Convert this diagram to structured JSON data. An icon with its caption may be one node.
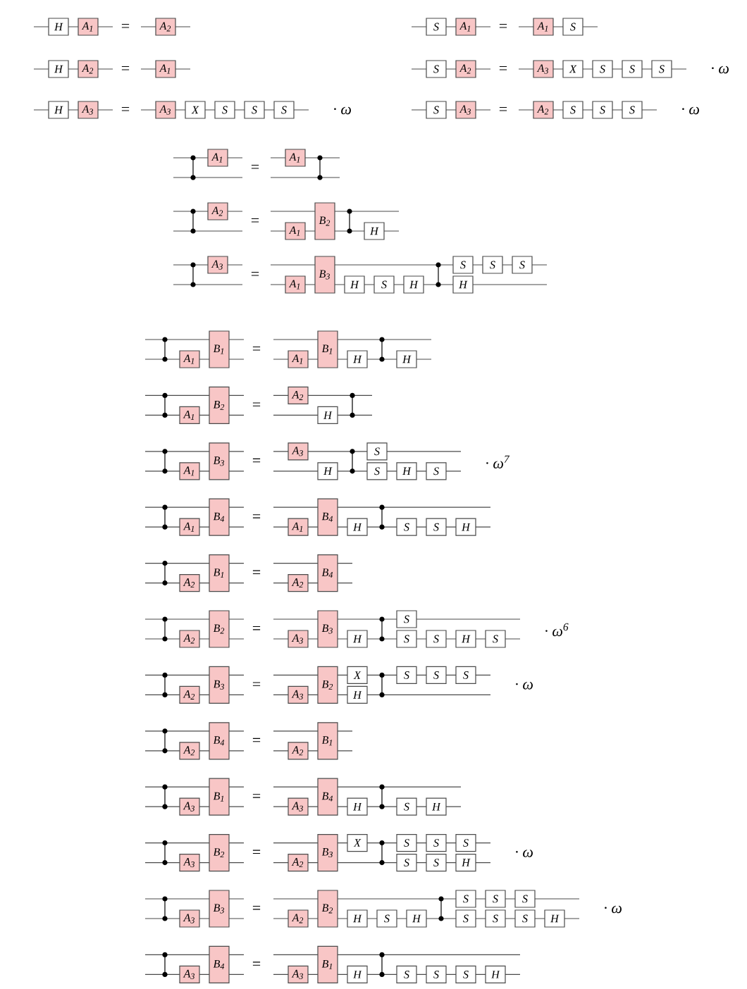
{
  "diagram": {
    "nodes": [
      {
        "text": [
          "H"
        ]
      },
      {
        "text": [
          "A$_{1}$"
        ]
      },
      {
        "text": [
          "A$_{2}$"
        ]
      },
      {
        "text": [
          "S"
        ]
      },
      {
        "text": [
          "A$_{1}$"
        ]
      },
      {
        "text": [
          "A$_{1}$"
        ]
      },
      {
        "text": [
          "S"
        ]
      },
      {
        "text": [
          "H"
        ]
      },
      {
        "text": [
          "A$_{2}$"
        ]
      },
      {
        "text": [
          "A$_{1}$"
        ]
      },
      {
        "text": [
          "S"
        ]
      },
      {
        "text": [
          "A$_{2}$"
        ]
      },
      {
        "text": [
          "A$_{3}$"
        ]
      },
      {
        "text": [
          "X"
        ]
      },
      {
        "text": [
          "S"
        ]
      },
      {
        "text": [
          "S"
        ]
      },
      {
        "text": [
          "S"
        ]
      },
      {
        "text": [
          "H"
        ]
      },
      {
        "text": [
          "A$_{3}$"
        ]
      },
      {
        "text": [
          "A$_{3}$"
        ]
      },
      {
        "text": [
          "X"
        ]
      },
      {
        "text": [
          "S"
        ]
      },
      {
        "text": [
          "S"
        ]
      },
      {
        "text": [
          "S"
        ]
      },
      {
        "text": [
          "S"
        ]
      },
      {
        "text": [
          "A$_{3}$"
        ]
      },
      {
        "text": [
          "A$_{2}$"
        ]
      },
      {
        "text": [
          "S"
        ]
      },
      {
        "text": [
          "S"
        ]
      },
      {
        "text": [
          "S"
        ]
      },
      {
        "text": [
          "A$_{1}$"
        ]
      },
      {
        "text": [
          "A$_{1}$"
        ]
      },
      {
        "text": [
          "A$_{2}$"
        ]
      },
      {
        "text": [
          "A$_{1}$"
        ]
      },
      {
        "text": [
          "B$_{2}$"
        ]
      },
      {
        "text": [
          "H"
        ]
      },
      {
        "text": [
          "A$_{3}$"
        ]
      },
      {
        "text": [
          "A$_{1}$"
        ]
      },
      {
        "text": [
          "B$_{3}$"
        ]
      },
      {
        "text": [
          "H"
        ]
      },
      {
        "text": [
          "S"
        ]
      },
      {
        "text": [
          "H"
        ]
      },
      {
        "text": [
          "S"
        ]
      },
      {
        "text": [
          "H"
        ]
      },
      {
        "text": [
          "S"
        ]
      },
      {
        "text": [
          "S"
        ]
      },
      {
        "text": [
          "A$_{1}$"
        ]
      },
      {
        "text": [
          "B$_{1}$"
        ]
      },
      {
        "text": [
          "A$_{1}$"
        ]
      },
      {
        "text": [
          "B$_{1}$"
        ]
      },
      {
        "text": [
          "H"
        ]
      },
      {
        "text": [
          "H"
        ]
      },
      {
        "text": [
          "A$_{1}$"
        ]
      },
      {
        "text": [
          "B$_{2}$"
        ]
      },
      {
        "text": [
          "A$_{2}$"
        ]
      },
      {
        "text": [
          "H"
        ]
      },
      {
        "text": [
          "A$_{1}$"
        ]
      },
      {
        "text": [
          "B$_{3}$"
        ]
      },
      {
        "text": [
          "A$_{3}$"
        ]
      },
      {
        "text": [
          "H"
        ]
      },
      {
        "text": [
          "S"
        ]
      },
      {
        "text": [
          "S"
        ]
      },
      {
        "text": [
          "H"
        ]
      },
      {
        "text": [
          "S"
        ]
      },
      {
        "text": [
          "A$_{1}$"
        ]
      },
      {
        "text": [
          "B$_{4}$"
        ]
      },
      {
        "text": [
          "A$_{1}$"
        ]
      },
      {
        "text": [
          "B$_{4}$"
        ]
      },
      {
        "text": [
          "H"
        ]
      },
      {
        "text": [
          "S"
        ]
      },
      {
        "text": [
          "S"
        ]
      },
      {
        "text": [
          "H"
        ]
      },
      {
        "text": [
          "A$_{2}$"
        ]
      },
      {
        "text": [
          "B$_{1}$"
        ]
      },
      {
        "text": [
          "A$_{2}$"
        ]
      },
      {
        "text": [
          "B$_{4}$"
        ]
      },
      {
        "text": [
          "A$_{2}$"
        ]
      },
      {
        "text": [
          "B$_{2}$"
        ]
      },
      {
        "text": [
          "A$_{3}$"
        ]
      },
      {
        "text": [
          "B$_{3}$"
        ]
      },
      {
        "text": [
          "H"
        ]
      },
      {
        "text": [
          "S"
        ]
      },
      {
        "text": [
          "S"
        ]
      },
      {
        "text": [
          "S"
        ]
      },
      {
        "text": [
          "H"
        ]
      },
      {
        "text": [
          "S"
        ]
      },
      {
        "text": [
          "A$_{2}$"
        ]
      },
      {
        "text": [
          "B$_{3}$"
        ]
      },
      {
        "text": [
          "A$_{3}$"
        ]
      },
      {
        "text": [
          "B$_{2}$"
        ]
      },
      {
        "text": [
          "X"
        ]
      },
      {
        "text": [
          "H"
        ]
      },
      {
        "text": [
          "S"
        ]
      },
      {
        "text": [
          "S"
        ]
      },
      {
        "text": [
          "S"
        ]
      },
      {
        "text": [
          "A$_{2}$"
        ]
      },
      {
        "text": [
          "B$_{4}$"
        ]
      },
      {
        "text": [
          "A$_{2}$"
        ]
      },
      {
        "text": [
          "B$_{1}$"
        ]
      },
      {
        "text": [
          "A$_{3}$"
        ]
      },
      {
        "text": [
          "B$_{1}$"
        ]
      },
      {
        "text": [
          "A$_{3}$"
        ]
      },
      {
        "text": [
          "B$_{4}$"
        ]
      },
      {
        "text": [
          "H"
        ]
      },
      {
        "text": [
          "S"
        ]
      },
      {
        "text": [
          "H"
        ]
      },
      {
        "text": [
          "A$_{3}$"
        ]
      },
      {
        "text": [
          "B$_{2}$"
        ]
      },
      {
        "text": [
          "A$_{2}$"
        ]
      },
      {
        "text": [
          "B$_{3}$"
        ]
      },
      {
        "text": [
          "X"
        ]
      },
      {
        "text": [
          "S"
        ]
      },
      {
        "text": [
          "S"
        ]
      },
      {
        "text": [
          "S"
        ]
      },
      {
        "text": [
          "S"
        ]
      },
      {
        "text": [
          "S"
        ]
      },
      {
        "text": [
          "H"
        ]
      },
      {
        "text": [
          "A$_{3}$"
        ]
      },
      {
        "text": [
          "B$_{3}$"
        ]
      },
      {
        "text": [
          "A$_{2}$"
        ]
      },
      {
        "text": [
          "B$_{2}$"
        ]
      },
      {
        "text": [
          "H"
        ]
      },
      {
        "text": [
          "S"
        ]
      },
      {
        "text": [
          "H"
        ]
      },
      {
        "text": [
          "S"
        ]
      },
      {
        "text": [
          "S"
        ]
      },
      {
        "text": [
          "S"
        ]
      },
      {
        "text": [
          "S"
        ]
      },
      {
        "text": [
          "S"
        ]
      },
      {
        "text": [
          "S"
        ]
      },
      {
        "text": [
          "H"
        ]
      },
      {
        "text": [
          "A$_{3}$"
        ]
      },
      {
        "text": [
          "B$_{4}$"
        ]
      },
      {
        "text": [
          "A$_{3}$"
        ]
      },
      {
        "text": [
          "B$_{1}$"
        ]
      },
      {
        "text": [
          "H"
        ]
      },
      {
        "text": [
          "S"
        ]
      },
      {
        "text": [
          "S"
        ]
      },
      {
        "text": [
          "S"
        ]
      },
      {
        "text": [
          "H"
        ]
      }
    ],
    "labels": [
      "=",
      "=",
      "=",
      "=",
      "· ω",
      "=",
      "· ω",
      "=",
      "· ω",
      "=",
      "=",
      "=",
      "=",
      "=",
      "=",
      "· ω$^{7}$",
      "=",
      "=",
      "=",
      "· ω$^{6}$",
      "=",
      "· ω",
      "=",
      "=",
      "=",
      "· ω",
      "=",
      "· ω",
      "="
    ]
  }
}
